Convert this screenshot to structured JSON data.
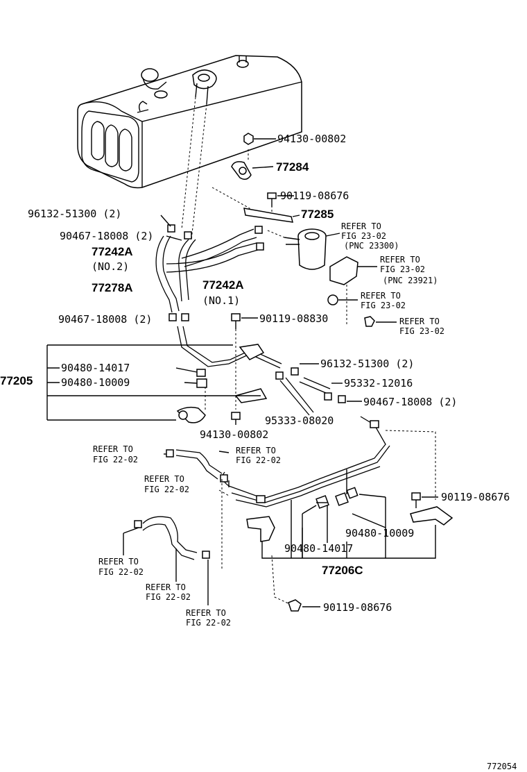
{
  "diagram_id": "772054",
  "parts": {
    "nut_top": "94130-00802",
    "clamp_77284": "77284",
    "bolt_top": "90119-08676",
    "clamp_96132_top": "96132-51300 (2)",
    "bracket_77285": "77285",
    "clip_90467_top": "90467-18008 (2)",
    "hose_77242a_no2": "77242A",
    "no2": "(NO.2)",
    "hose_77278a": "77278A",
    "hose_77242a_no1": "77242A",
    "no1": "(NO.1)",
    "clip_90467_mid": "90467-18008 (2)",
    "bolt_mid": "90119-08830",
    "assy_77205": "77205",
    "clamp_90480_14017_left": "90480-14017",
    "clamp_90480_10009_left": "90480-10009",
    "clamp_96132_mid": "96132-51300 (2)",
    "hose_95332": "95332-12016",
    "clip_90467_right": "90467-18008 (2)",
    "hose_95333": "95333-08020",
    "nut_mid": "94130-00802",
    "bolt_right": "90119-08676",
    "clamp_90480_10009_right": "90480-10009",
    "clamp_90480_14017_right": "90480-14017",
    "assy_77206c": "77206C",
    "bolt_bottom": "90119-08676"
  },
  "refs": {
    "r1_a": "REFER TO",
    "r1_b": "FIG 23-02",
    "r1_c": "(PNC 23300)",
    "r2_a": "REFER TO",
    "r2_b": "FIG 23-02",
    "r2_c": "(PNC 23921)",
    "r3_a": "REFER TO",
    "r3_b": "FIG 23-02",
    "r4_a": "REFER TO",
    "r4_b": "FIG 23-02",
    "r5_a": "REFER TO",
    "r5_b": "FIG 22-02",
    "r6_a": "REFER TO",
    "r6_b": "FIG 22-02",
    "r7_a": "REFER TO",
    "r7_b": "FIG 22-02",
    "r8_a": "REFER TO",
    "r8_b": "FIG 22-02",
    "r9_a": "REFER TO",
    "r9_b": "FIG 22-02",
    "r10_a": "REFER TO",
    "r10_b": "FIG 22-02"
  }
}
